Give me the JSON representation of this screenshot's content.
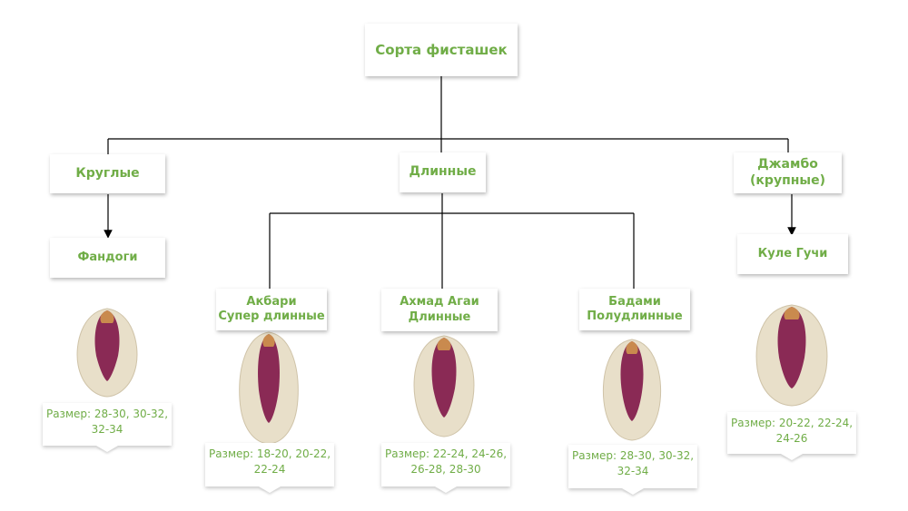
{
  "diagram": {
    "root": "Сорта фисташек",
    "groups": {
      "round": "Круглые",
      "long": "Длинные",
      "jumbo_line1": "Джамбо",
      "jumbo_line2": "(крупные)"
    },
    "varieties": {
      "fandogi": "Фандоги",
      "akbari_line1": "Акбари",
      "akbari_line2": "Супер длинные",
      "ahmad_line1": "Ахмад Агаи",
      "ahmad_line2": "Длинные",
      "badami_line1": "Бадами",
      "badami_line2": "Полудлинные",
      "kule": "Куле Гучи"
    },
    "sizes": {
      "fandogi_line1": "Размер: 28-30, 30-32,",
      "fandogi_line2": "32-34",
      "akbari_line1": "Размер: 18-20, 20-22,",
      "akbari_line2": "22-24",
      "ahmad_line1": "Размер: 22-24, 24-26,",
      "ahmad_line2": "26-28, 28-30",
      "badami_line1": "Размер: 28-30, 30-32,",
      "badami_line2": "32-34",
      "kule_line1": "Размер: 20-22, 22-24,",
      "kule_line2": "24-26"
    },
    "colors": {
      "text": "#70ad47",
      "connector": "#000000",
      "shell": "#e8dfc9",
      "kernel": "#8a2a55"
    }
  }
}
